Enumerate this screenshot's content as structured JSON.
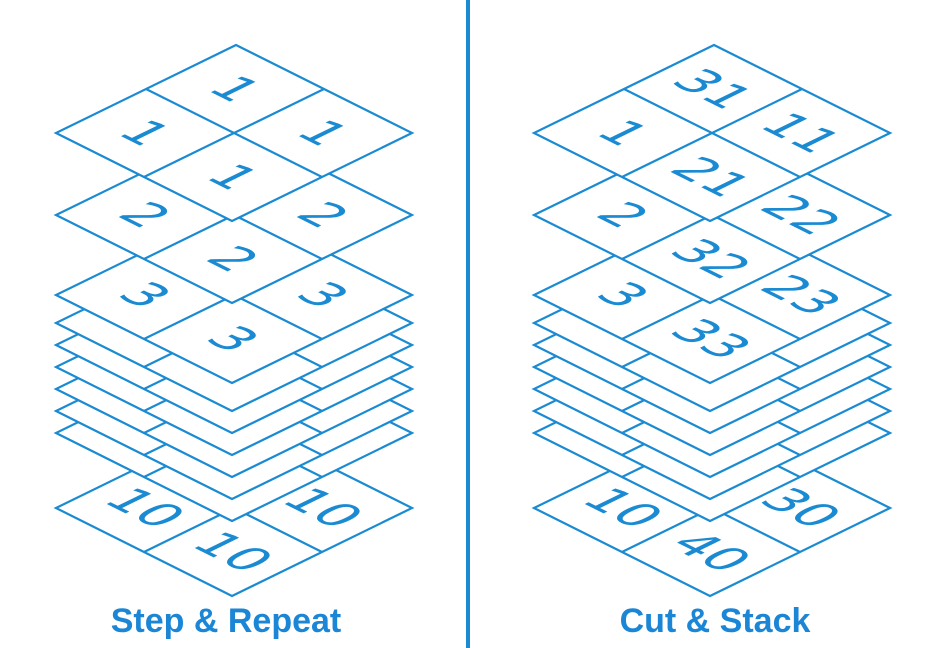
{
  "colors": {
    "line": "#1a8bd2",
    "text": "#1a8bd2",
    "caption": "#1b86d6",
    "divider": "#1a8bd2",
    "background": "#ffffff"
  },
  "panels": [
    {
      "id": "step-repeat",
      "caption": "Step & Repeat",
      "sheets": [
        {
          "cells": [
            "1",
            "1",
            "1",
            "1"
          ]
        },
        {
          "cells": [
            "2",
            "2",
            "2",
            ""
          ]
        },
        {
          "cells": [
            "3",
            "3",
            "3",
            ""
          ]
        },
        {
          "cells": [
            "",
            "",
            "",
            ""
          ]
        },
        {
          "cells": [
            "",
            "",
            "",
            ""
          ]
        },
        {
          "cells": [
            "",
            "",
            "",
            ""
          ]
        },
        {
          "cells": [
            "",
            "",
            "",
            ""
          ]
        },
        {
          "cells": [
            "",
            "",
            "",
            ""
          ]
        },
        {
          "cells": [
            "",
            "",
            "",
            ""
          ]
        },
        {
          "cells": [
            "10",
            "10",
            "10",
            ""
          ]
        }
      ]
    },
    {
      "id": "cut-stack",
      "caption": "Cut & Stack",
      "sheets": [
        {
          "cells": [
            "1",
            "11",
            "21",
            "31"
          ]
        },
        {
          "cells": [
            "2",
            "22",
            "32",
            ""
          ]
        },
        {
          "cells": [
            "3",
            "23",
            "33",
            ""
          ]
        },
        {
          "cells": [
            "",
            "",
            "",
            ""
          ]
        },
        {
          "cells": [
            "",
            "",
            "",
            ""
          ]
        },
        {
          "cells": [
            "",
            "",
            "",
            ""
          ]
        },
        {
          "cells": [
            "",
            "",
            "",
            ""
          ]
        },
        {
          "cells": [
            "",
            "",
            "",
            ""
          ]
        },
        {
          "cells": [
            "",
            "",
            "",
            ""
          ]
        },
        {
          "cells": [
            "10",
            "30",
            "40",
            ""
          ]
        }
      ]
    }
  ]
}
